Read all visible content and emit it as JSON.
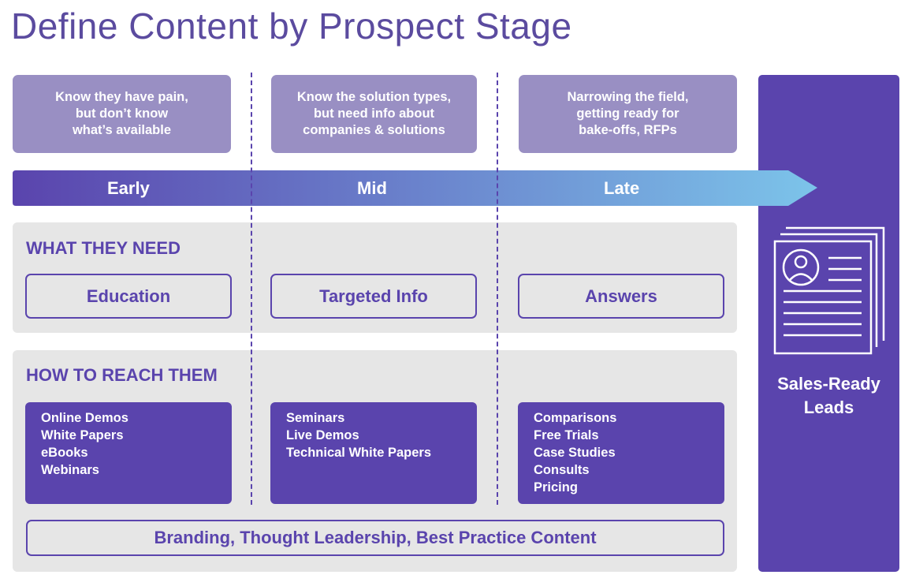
{
  "title": "Define Content by Prospect Stage",
  "stages": [
    {
      "label": "Early",
      "description": [
        "Know they have pain,",
        "but don’t know",
        "what’s available"
      ],
      "need": "Education",
      "reach": [
        "Online Demos",
        "White Papers",
        "eBooks",
        "Webinars"
      ]
    },
    {
      "label": "Mid",
      "description": [
        "Know the solution types,",
        "but need info about",
        "companies & solutions"
      ],
      "need": "Targeted Info",
      "reach": [
        "Seminars",
        "Live Demos",
        "Technical White Papers"
      ]
    },
    {
      "label": "Late",
      "description": [
        "Narrowing the field,",
        "getting ready for",
        "bake-offs, RFPs"
      ],
      "need": "Answers",
      "reach": [
        "Comparisons",
        "Free Trials",
        "Case Studies",
        "Consults",
        "Pricing"
      ]
    }
  ],
  "sections": {
    "need": "WHAT THEY NEED",
    "reach": "HOW TO REACH THEM"
  },
  "branding": "Branding, Thought Leadership, Best Practice Content",
  "outcome": {
    "line1": "Sales-Ready",
    "line2": "Leads",
    "icon": "resume-documents-icon"
  },
  "colors": {
    "primary": "#5a44ad",
    "light": "#998fc3",
    "arrow_end": "#7cc4ea",
    "gray": "#e6e6e6"
  }
}
